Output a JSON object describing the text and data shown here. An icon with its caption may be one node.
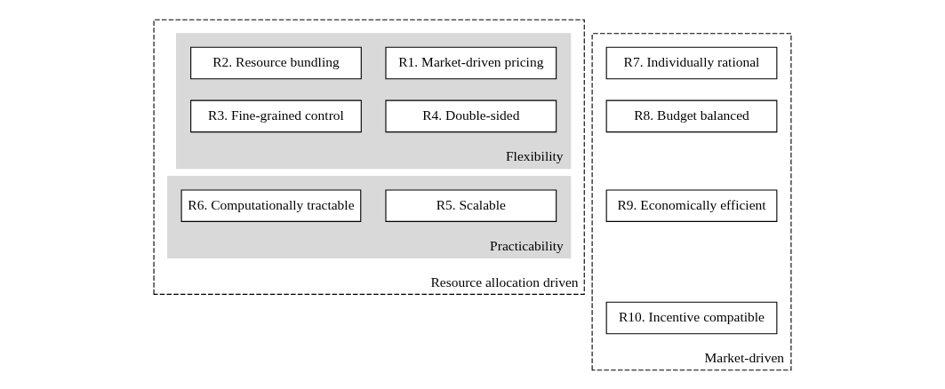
{
  "diagram": {
    "nodes": [
      {
        "text": [
          "Resource allocation driven"
        ]
      },
      {
        "text": [
          "Flexibility"
        ],
        "in": 0
      },
      {
        "text": [
          "R1. Market-driven pricing"
        ],
        "in": 1
      },
      {
        "text": [
          "R2. Resource bundling"
        ],
        "in": 1
      },
      {
        "text": [
          "R4. Double-sided"
        ],
        "in": 1
      },
      {
        "text": [
          "R3. Fine-grained control"
        ],
        "in": 1
      },
      {
        "text": [
          "Practicability"
        ],
        "in": 0
      },
      {
        "text": [
          "R5. Scalable"
        ],
        "in": 6
      },
      {
        "text": [
          "R6. Computationally tractable"
        ],
        "in": 6
      },
      {
        "text": [
          "Market-driven"
        ]
      },
      {
        "text": [
          "R7. Individually rational"
        ],
        "in": 9
      },
      {
        "text": [
          "R8. Budget balanced"
        ],
        "in": 9
      },
      {
        "text": [
          "R9. Economically efficient"
        ],
        "in": 9
      },
      {
        "text": [
          "R10. Incentive compatible"
        ],
        "in": 9
      }
    ],
    "edges": []
  }
}
